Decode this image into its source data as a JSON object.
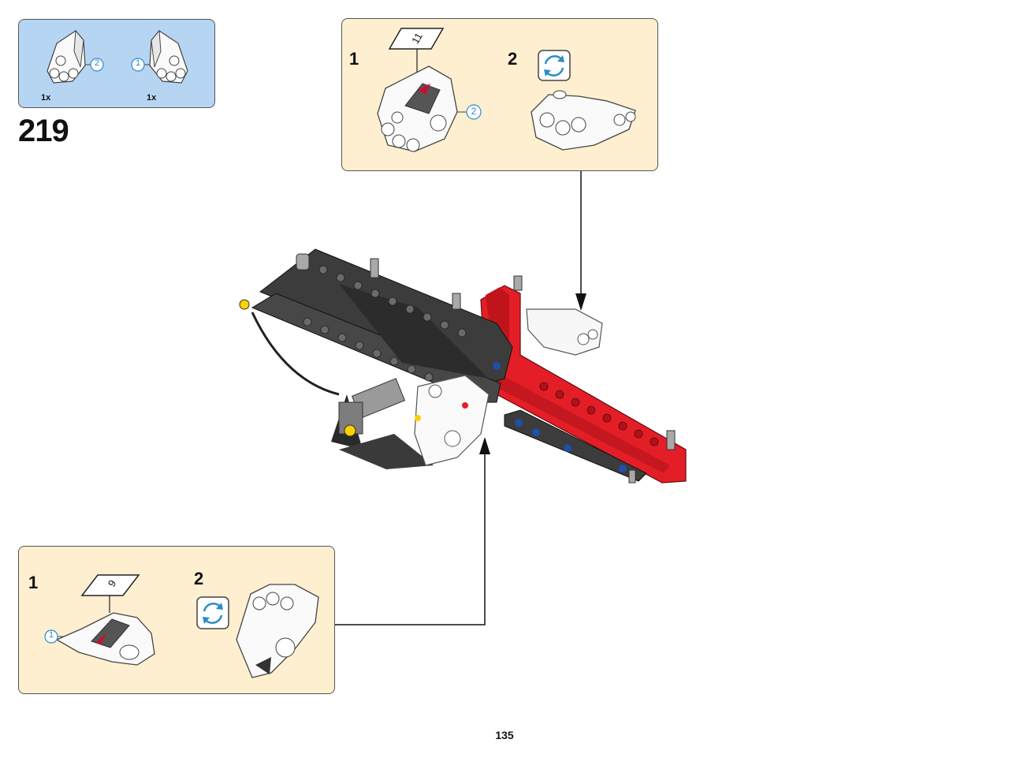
{
  "step": {
    "number": "219"
  },
  "parts_list": {
    "items": [
      {
        "quantity": "1x",
        "callout": "2"
      },
      {
        "quantity": "1x",
        "callout": "1"
      }
    ]
  },
  "callout_top": {
    "steps": [
      {
        "number": "1",
        "part_label": "11",
        "callout": "2"
      },
      {
        "number": "2"
      }
    ]
  },
  "callout_bottom": {
    "steps": [
      {
        "number": "1",
        "part_label": "9",
        "callout": "1"
      },
      {
        "number": "2"
      }
    ]
  },
  "page": {
    "number": "135"
  },
  "colors": {
    "parts_bg": "#b6d5f3",
    "callout_bg": "#fdefcf",
    "red": "#e41e26",
    "dark_gray": "#3c3c3c",
    "light_gray": "#a9a9a9",
    "blue_pin": "#1f4fa8",
    "callout_blue": "#2a8cc7"
  },
  "icons": [
    "rotate-model-icon",
    "rotate-model-icon"
  ]
}
